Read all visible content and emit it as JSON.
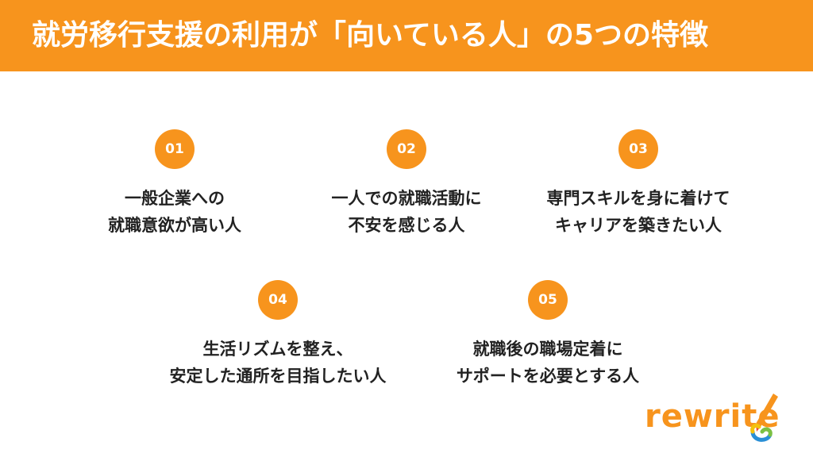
{
  "header": {
    "title": "就労移行支援の利用が「向いている人」の5つの特徴"
  },
  "items": [
    {
      "number": "01",
      "lines": [
        "一般企業への",
        "就職意欲が高い人"
      ]
    },
    {
      "number": "02",
      "lines": [
        "一人での就職活動に",
        "不安を感じる人"
      ]
    },
    {
      "number": "03",
      "lines": [
        "専門スキルを身に着けて",
        "キャリアを築きたい人"
      ]
    },
    {
      "number": "04",
      "lines": [
        "生活リズムを整え、",
        "安定した通所を目指したい人"
      ]
    },
    {
      "number": "05",
      "lines": [
        "就職後の職場定着に",
        "サポートを必要とする人"
      ]
    }
  ],
  "logo": {
    "text": "rewrite"
  },
  "colors": {
    "accent": "#f7941d",
    "text": "#222222",
    "background": "#ffffff"
  }
}
